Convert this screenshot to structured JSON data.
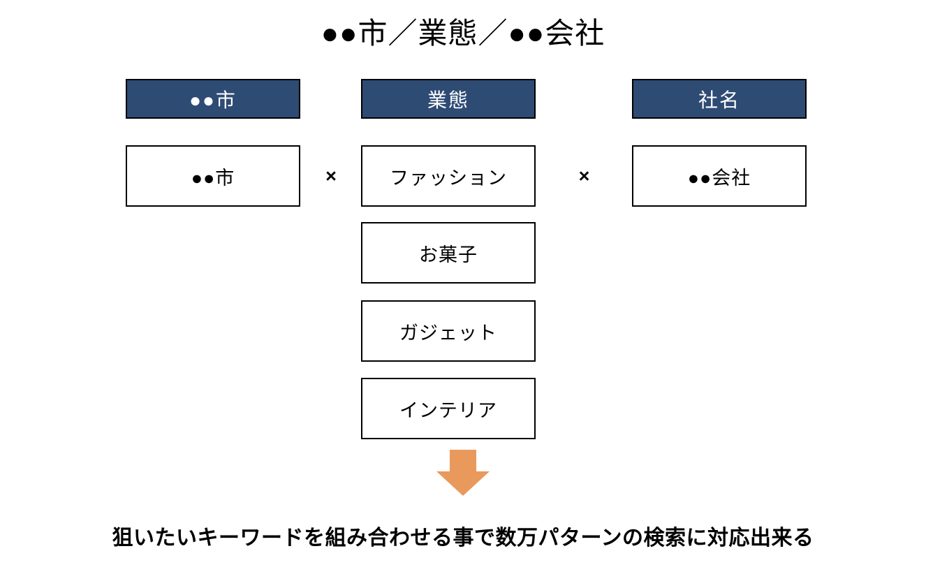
{
  "title": "●●市／業態／●●会社",
  "colors": {
    "background": "#FFFFFF",
    "header_bg": "#2E4B74",
    "header_text": "#FFFFFF",
    "box_border": "#000000",
    "arrow": "#E9995C",
    "text": "#000000"
  },
  "operators": {
    "multiply": "×"
  },
  "columns": [
    {
      "header": "●●市",
      "items": [
        "●●市"
      ]
    },
    {
      "header": "業態",
      "items": [
        "ファッション",
        "お菓子",
        "ガジェット",
        "インテリア"
      ]
    },
    {
      "header": "社名",
      "items": [
        "●●会社"
      ]
    }
  ],
  "arrow": {
    "icon": "down-arrow"
  },
  "footer": "狙いたいキーワードを組み合わせる事で数万パターンの検索に対応出来る"
}
